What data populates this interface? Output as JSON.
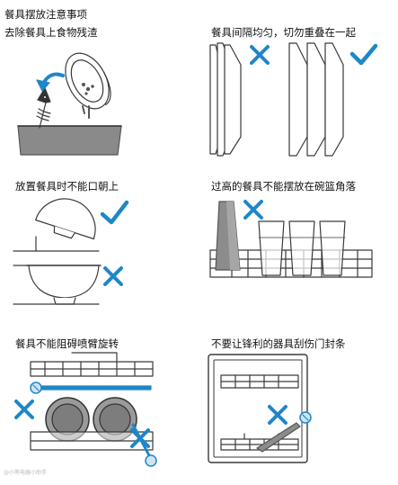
{
  "page": {
    "title": "餐具摆放注意事项",
    "footer": "@小熊电器小助手"
  },
  "sections": {
    "s1": {
      "caption": "去除餐具上食物残渣"
    },
    "s2": {
      "caption": "餐具间隔均匀，切勿重叠在一起"
    },
    "s3": {
      "caption": "放置餐具时不能口朝上"
    },
    "s4": {
      "caption": "过高的餐具不能摆放在碗篮角落"
    },
    "s5": {
      "caption": "餐具不能阻碍喷臂旋转"
    },
    "s6": {
      "caption": "不要让锋利的器具刮伤门封条"
    }
  },
  "colors": {
    "accent": "#1f86c8",
    "line": "#3a3a3a",
    "fill_dark": "#7d7d7d",
    "fill_mid": "#9a9a9a"
  },
  "icons": [
    "check-icon",
    "cross-icon"
  ]
}
